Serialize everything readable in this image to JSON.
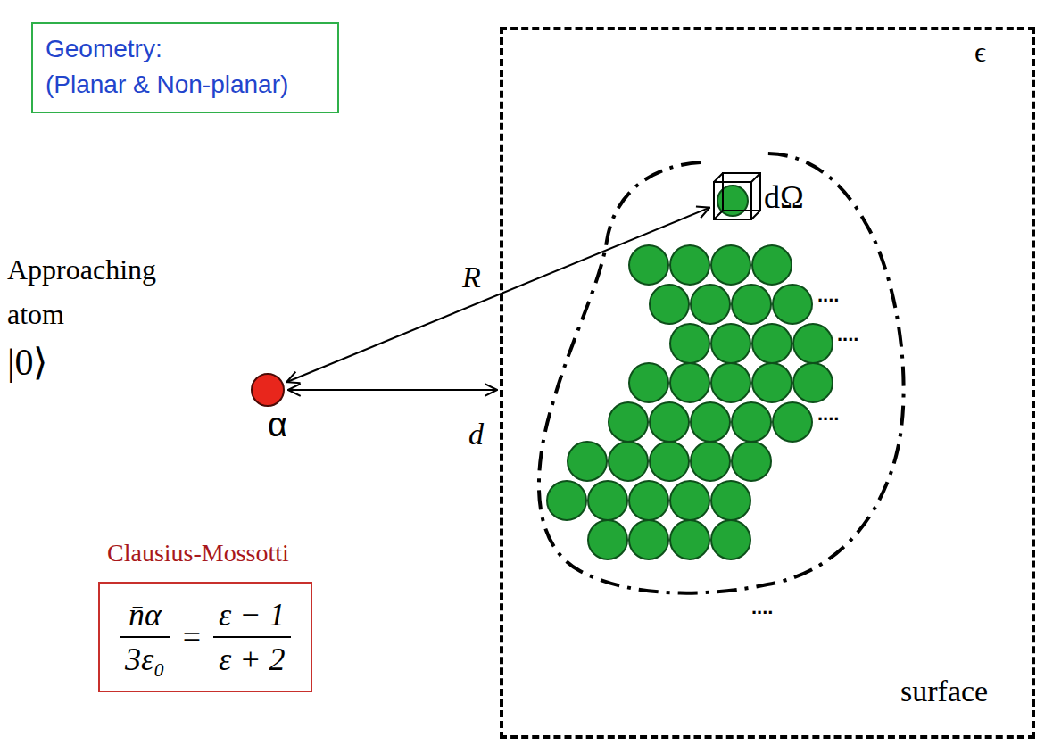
{
  "diagram": {
    "nodes": [
      {
        "text": [
          "Geometry:",
          "(Planar & Non-planar)"
        ]
      },
      {
        "text": [
          "Approaching atom",
          "|0⟩",
          "α"
        ]
      },
      {
        "text": [
          "ϵ",
          "surface"
        ]
      },
      {
        "text": [
          "dΩ"
        ],
        "in": 2
      },
      {
        "text": [
          "Clausius-Mossotti",
          "n̄α",
          "3ε₀",
          "=",
          "ε − 1",
          "ε + 2"
        ]
      }
    ],
    "edges": [
      {
        "from": 1,
        "to": 3,
        "arrow": "both",
        "label": "R"
      },
      {
        "from": 1,
        "to": 2,
        "arrow": "both",
        "label": "d"
      }
    ],
    "labels": [
      "....",
      "....",
      "....",
      "...."
    ]
  }
}
